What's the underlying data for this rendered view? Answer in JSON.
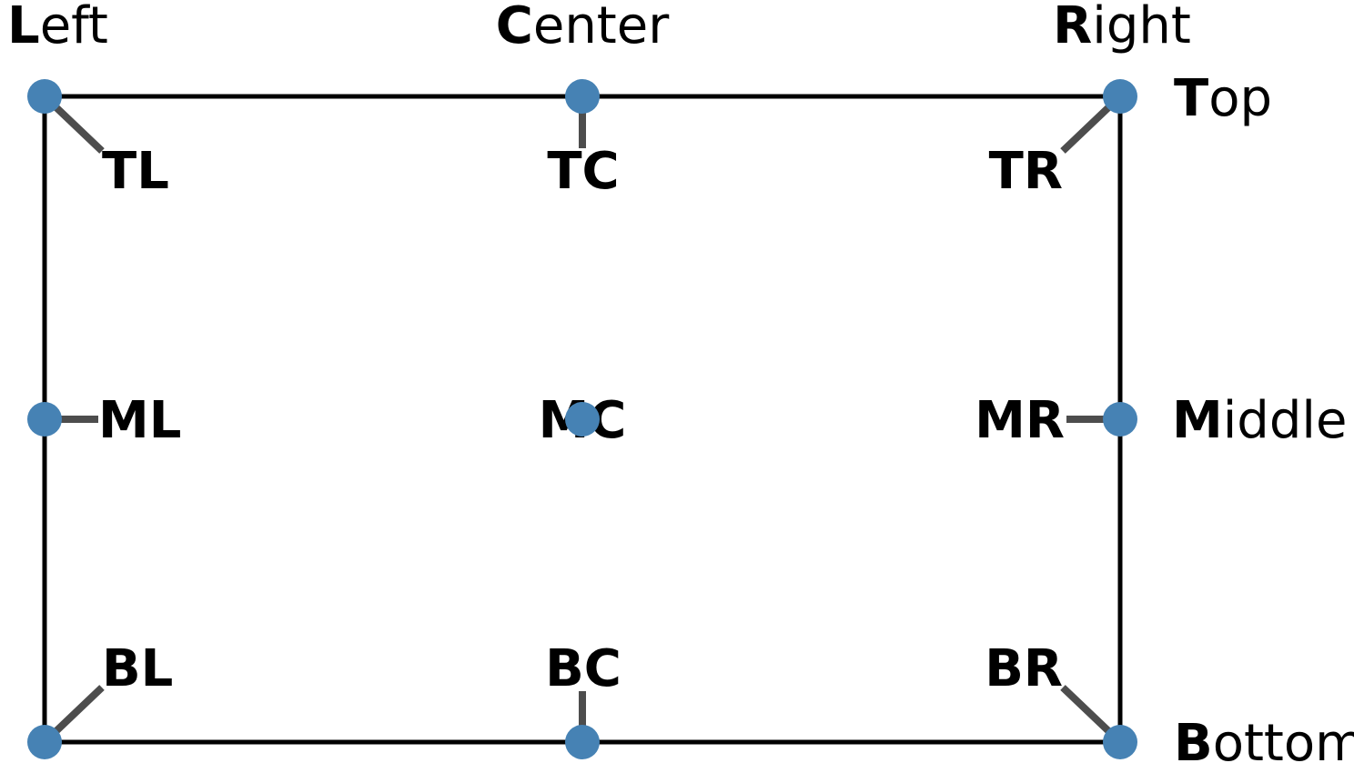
{
  "figure": {
    "background": "#ffffff",
    "colors": {
      "marker": "#4682B4",
      "leader": "#4d4d4d",
      "frame": "#000000",
      "text": "#000000"
    },
    "column_headers": [
      {
        "bold": "L",
        "rest": "eft"
      },
      {
        "bold": "C",
        "rest": "enter"
      },
      {
        "bold": "R",
        "rest": "ight"
      }
    ],
    "row_headers": [
      {
        "bold": "T",
        "rest": "op"
      },
      {
        "bold": "M",
        "rest": "iddle"
      },
      {
        "bold": "B",
        "rest": "ottom"
      }
    ],
    "points": [
      {
        "code": "TL"
      },
      {
        "code": "TC"
      },
      {
        "code": "TR"
      },
      {
        "code": "ML"
      },
      {
        "code": "MC"
      },
      {
        "code": "MR"
      },
      {
        "code": "BL"
      },
      {
        "code": "BC"
      },
      {
        "code": "BR"
      }
    ]
  }
}
